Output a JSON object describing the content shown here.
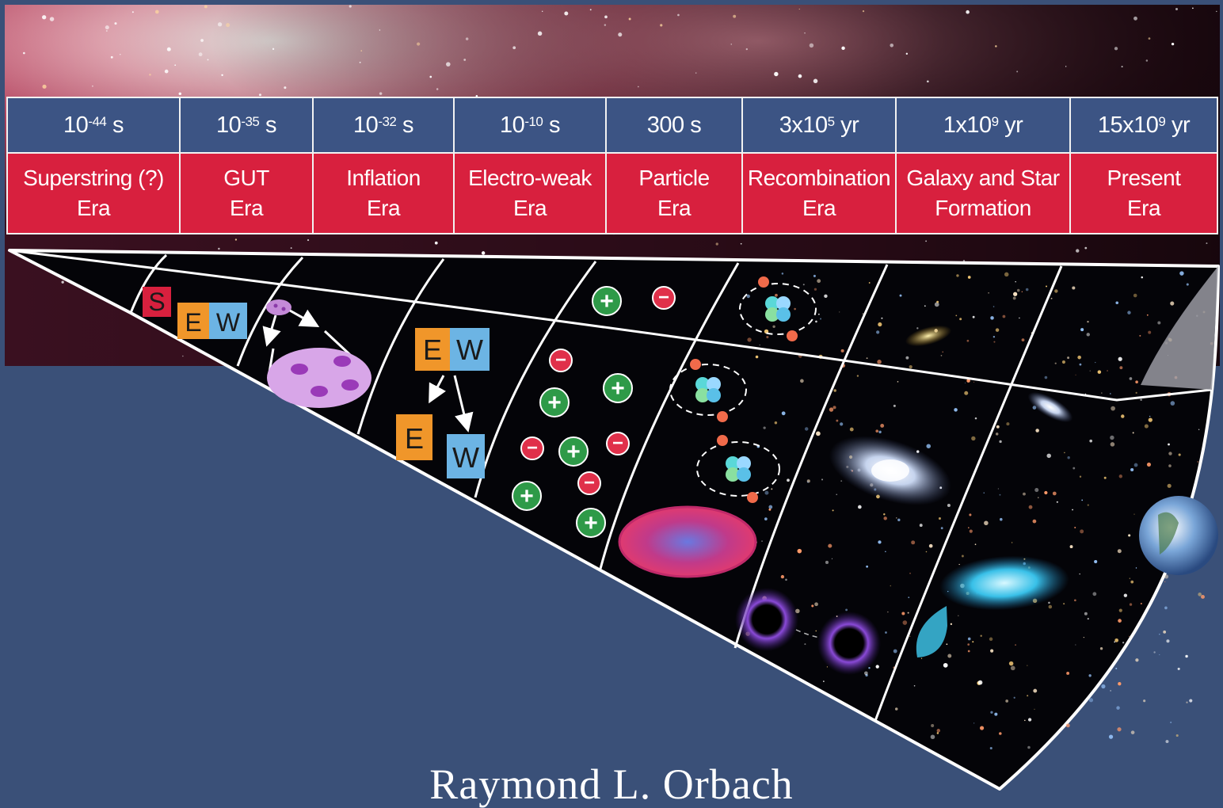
{
  "timeline": [
    {
      "time_base": "10",
      "time_exp": "-44",
      "time_unit": "s",
      "era_line1": "Superstring (?)",
      "era_line2": "Era"
    },
    {
      "time_base": "10",
      "time_exp": "-35",
      "time_unit": "s",
      "era_line1": "GUT",
      "era_line2": "Era"
    },
    {
      "time_base": "10",
      "time_exp": "-32",
      "time_unit": "s",
      "era_line1": "Inflation",
      "era_line2": "Era"
    },
    {
      "time_base": "10",
      "time_exp": "-10",
      "time_unit": "s",
      "era_line1": "Electro-weak",
      "era_line2": "Era"
    },
    {
      "time_base": "300",
      "time_exp": "",
      "time_unit": "s",
      "era_line1": "Particle",
      "era_line2": "Era"
    },
    {
      "time_base": "3x10",
      "time_exp": "5",
      "time_unit": "yr",
      "era_line1": "Recombination",
      "era_line2": "Era"
    },
    {
      "time_base": "1x10",
      "time_exp": "9",
      "time_unit": "yr",
      "era_line1": "Galaxy and Star",
      "era_line2": "Formation"
    },
    {
      "time_base": "15x10",
      "time_exp": "9",
      "time_unit": "yr",
      "era_line1": "Present",
      "era_line2": "Era"
    }
  ],
  "forces": {
    "s": "S",
    "e": "E",
    "w": "W"
  },
  "particles": {
    "plus": "+",
    "minus": "−"
  },
  "author": "Raymond L. Orbach",
  "colors": {
    "time_row": "#3c5484",
    "era_row": "#d8203e",
    "background": "#3a5078",
    "force_s": "#d8203e",
    "force_e": "#f0962a",
    "force_w": "#6cb4e4",
    "positive": "#2e9a48",
    "negative": "#e0304a"
  }
}
